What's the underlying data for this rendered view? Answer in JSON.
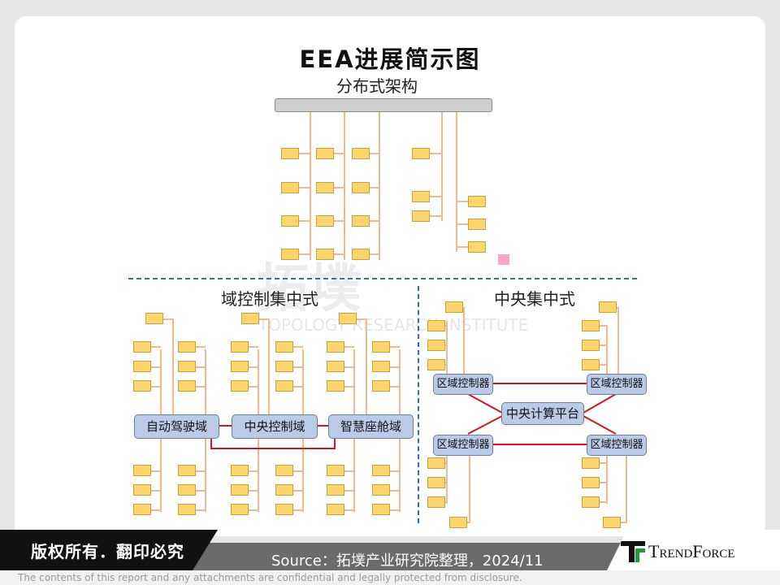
{
  "title": "EEA进展简示图",
  "sections": {
    "distributed": "分布式架构",
    "domain": "域控制集中式",
    "central": "中央集中式"
  },
  "domain_controllers": [
    "自动驾驶域",
    "中央控制域",
    "智慧座舱域"
  ],
  "central": {
    "platform": "中央计算平台",
    "zone_label": "区域控制器"
  },
  "watermark": {
    "zh": "拓墣",
    "en": "TOPOLOGY RESEARCH INSTITUTE"
  },
  "footer": {
    "rights": "版权所有．翻印必究",
    "source": "Source：拓墣产业研究院整理，2024/11",
    "logo_text": "TRENDFORCE",
    "disclaimer": "The contents of this report and any attachments are confidential and legally protected from disclosure."
  },
  "colors": {
    "bus": "#cfcfcf",
    "ecu": "#fcd66c",
    "wire": "#f2b88f",
    "controller": "#b9cbe6",
    "link": "#d9141b",
    "divider": "#2f6fb3",
    "brand_green": "#1f9a3c"
  }
}
